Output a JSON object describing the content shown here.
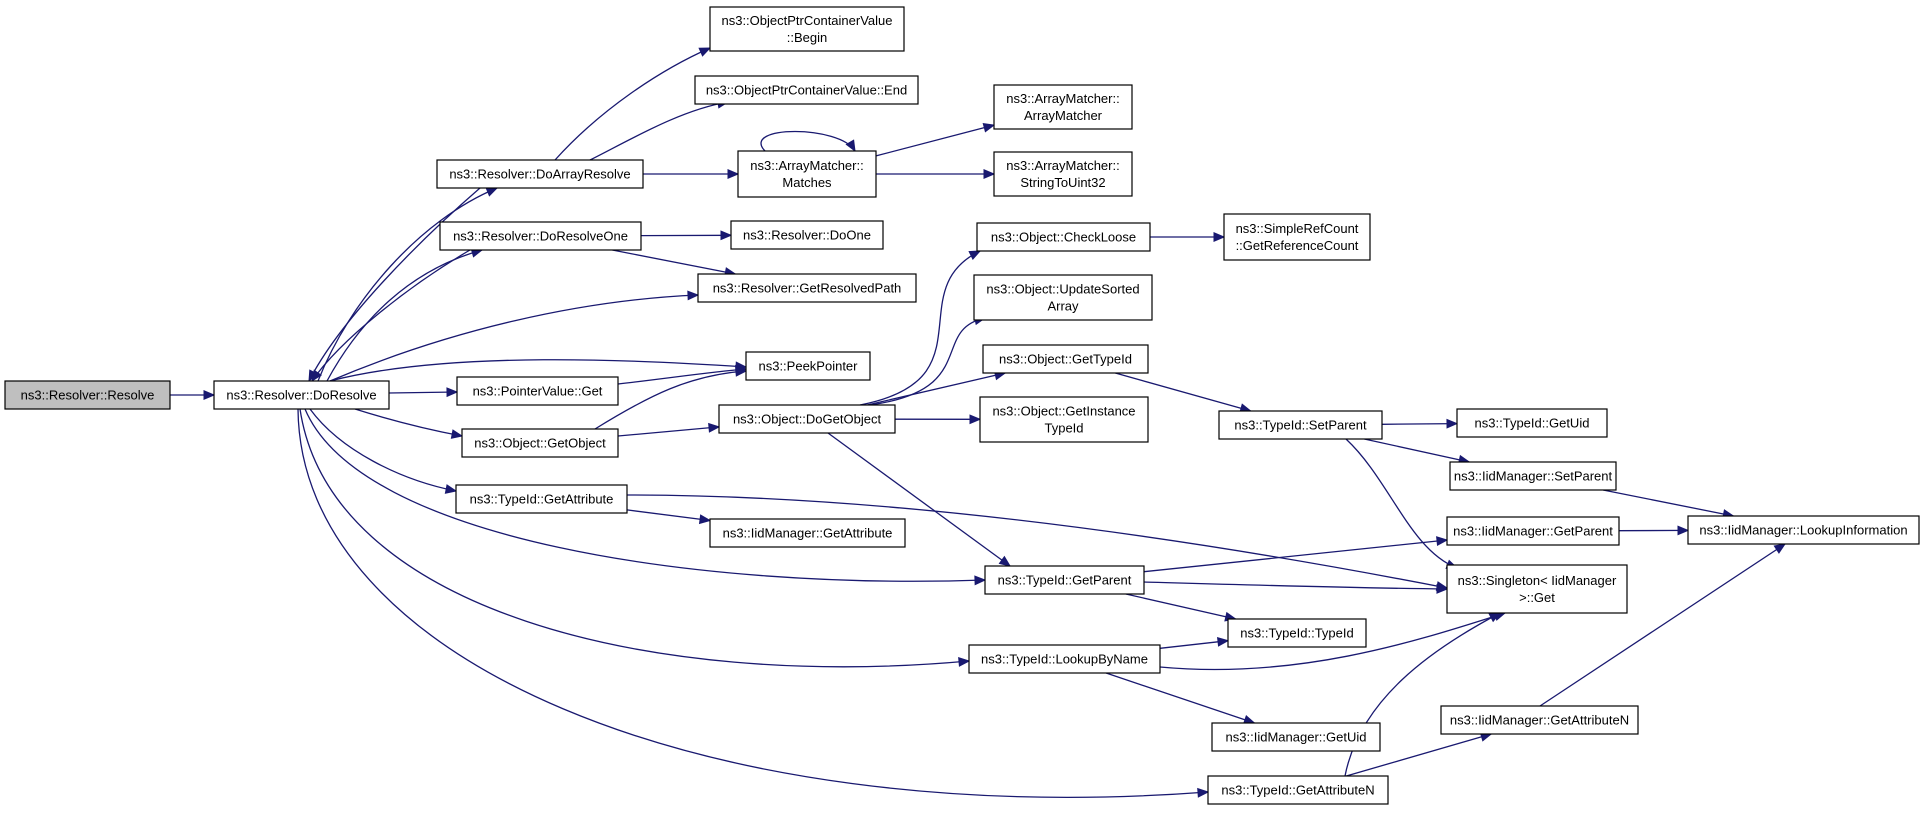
{
  "graph": {
    "nodes": [
      {
        "id": "resolve",
        "lines": [
          "ns3::Resolver::Resolve"
        ],
        "root": true
      },
      {
        "id": "doresolve",
        "lines": [
          "ns3::Resolver::DoResolve"
        ]
      },
      {
        "id": "doarrayresolve",
        "lines": [
          "ns3::Resolver::DoArrayResolve"
        ]
      },
      {
        "id": "doresolveone",
        "lines": [
          "ns3::Resolver::DoResolveOne"
        ]
      },
      {
        "id": "objptr_begin",
        "lines": [
          "ns3::ObjectPtrContainerValue",
          "::Begin"
        ]
      },
      {
        "id": "objptr_end",
        "lines": [
          "ns3::ObjectPtrContainerValue::End"
        ]
      },
      {
        "id": "am_matches",
        "lines": [
          "ns3::ArrayMatcher::",
          "Matches"
        ]
      },
      {
        "id": "am_ctor",
        "lines": [
          "ns3::ArrayMatcher::",
          "ArrayMatcher"
        ]
      },
      {
        "id": "am_stoi",
        "lines": [
          "ns3::ArrayMatcher::",
          "StringToUint32"
        ]
      },
      {
        "id": "resolver_doone",
        "lines": [
          "ns3::Resolver::DoOne"
        ]
      },
      {
        "id": "getresolvedpath",
        "lines": [
          "ns3::Resolver::GetResolvedPath"
        ]
      },
      {
        "id": "peekpointer",
        "lines": [
          "ns3::PeekPointer"
        ]
      },
      {
        "id": "pointervalue_get",
        "lines": [
          "ns3::PointerValue::Get"
        ]
      },
      {
        "id": "object_getobject",
        "lines": [
          "ns3::Object::GetObject"
        ]
      },
      {
        "id": "object_dogetobject",
        "lines": [
          "ns3::Object::DoGetObject"
        ]
      },
      {
        "id": "typeid_getattribute",
        "lines": [
          "ns3::TypeId::GetAttribute"
        ]
      },
      {
        "id": "iid_getattribute",
        "lines": [
          "ns3::IidManager::GetAttribute"
        ]
      },
      {
        "id": "object_checkloose",
        "lines": [
          "ns3::Object::CheckLoose"
        ]
      },
      {
        "id": "simplerefcount",
        "lines": [
          "ns3::SimpleRefCount",
          "::GetReferenceCount"
        ]
      },
      {
        "id": "object_updatesorted",
        "lines": [
          "ns3::Object::UpdateSorted",
          "Array"
        ]
      },
      {
        "id": "object_gettypeid",
        "lines": [
          "ns3::Object::GetTypeId"
        ]
      },
      {
        "id": "object_getinstancetypeid",
        "lines": [
          "ns3::Object::GetInstance",
          "TypeId"
        ]
      },
      {
        "id": "typeid_setparent",
        "lines": [
          "ns3::TypeId::SetParent"
        ]
      },
      {
        "id": "typeid_getuid",
        "lines": [
          "ns3::TypeId::GetUid"
        ]
      },
      {
        "id": "iid_setparent",
        "lines": [
          "ns3::IidManager::SetParent"
        ]
      },
      {
        "id": "iid_getparent",
        "lines": [
          "ns3::IidManager::GetParent"
        ]
      },
      {
        "id": "iid_lookupinfo",
        "lines": [
          "ns3::IidManager::LookupInformation"
        ]
      },
      {
        "id": "typeid_getparent",
        "lines": [
          "ns3::TypeId::GetParent"
        ]
      },
      {
        "id": "singleton_get",
        "lines": [
          "ns3::Singleton< IidManager",
          ">::Get"
        ]
      },
      {
        "id": "typeid_typeid",
        "lines": [
          "ns3::TypeId::TypeId"
        ]
      },
      {
        "id": "typeid_lookupbyname",
        "lines": [
          "ns3::TypeId::LookupByName"
        ]
      },
      {
        "id": "iid_getuid",
        "lines": [
          "ns3::IidManager::GetUid"
        ]
      },
      {
        "id": "iid_getattributen",
        "lines": [
          "ns3::IidManager::GetAttributeN"
        ]
      },
      {
        "id": "typeid_getattributen",
        "lines": [
          "ns3::TypeId::GetAttributeN"
        ]
      }
    ],
    "edges": [
      {
        "from": "resolve",
        "to": "doresolve"
      },
      {
        "from": "doresolve",
        "to": "doarrayresolve"
      },
      {
        "from": "doresolve",
        "to": "doresolveone"
      },
      {
        "from": "doresolve",
        "to": "getresolvedpath"
      },
      {
        "from": "doresolve",
        "to": "peekpointer"
      },
      {
        "from": "doresolve",
        "to": "pointervalue_get"
      },
      {
        "from": "doresolve",
        "to": "object_getobject"
      },
      {
        "from": "doresolve",
        "to": "typeid_getattribute"
      },
      {
        "from": "doresolve",
        "to": "typeid_getparent"
      },
      {
        "from": "doresolve",
        "to": "typeid_lookupbyname"
      },
      {
        "from": "doresolve",
        "to": "typeid_getattributen"
      },
      {
        "from": "doarrayresolve",
        "to": "doresolve"
      },
      {
        "from": "doarrayresolve",
        "to": "objptr_begin"
      },
      {
        "from": "doarrayresolve",
        "to": "objptr_end"
      },
      {
        "from": "doarrayresolve",
        "to": "am_matches"
      },
      {
        "from": "doresolveone",
        "to": "doresolve"
      },
      {
        "from": "doresolveone",
        "to": "resolver_doone"
      },
      {
        "from": "doresolveone",
        "to": "getresolvedpath"
      },
      {
        "from": "am_matches",
        "to": "am_matches"
      },
      {
        "from": "am_matches",
        "to": "am_ctor"
      },
      {
        "from": "am_matches",
        "to": "am_stoi"
      },
      {
        "from": "pointervalue_get",
        "to": "peekpointer"
      },
      {
        "from": "object_getobject",
        "to": "peekpointer"
      },
      {
        "from": "object_getobject",
        "to": "object_dogetobject"
      },
      {
        "from": "object_dogetobject",
        "to": "object_checkloose"
      },
      {
        "from": "object_dogetobject",
        "to": "object_updatesorted"
      },
      {
        "from": "object_dogetobject",
        "to": "object_gettypeid"
      },
      {
        "from": "object_dogetobject",
        "to": "object_getinstancetypeid"
      },
      {
        "from": "object_dogetobject",
        "to": "typeid_getparent"
      },
      {
        "from": "object_checkloose",
        "to": "simplerefcount"
      },
      {
        "from": "object_gettypeid",
        "to": "typeid_setparent"
      },
      {
        "from": "typeid_getattribute",
        "to": "iid_getattribute"
      },
      {
        "from": "typeid_getattribute",
        "to": "singleton_get"
      },
      {
        "from": "typeid_setparent",
        "to": "typeid_getuid"
      },
      {
        "from": "typeid_setparent",
        "to": "iid_setparent"
      },
      {
        "from": "typeid_setparent",
        "to": "singleton_get"
      },
      {
        "from": "iid_setparent",
        "to": "iid_lookupinfo"
      },
      {
        "from": "iid_getparent",
        "to": "iid_lookupinfo"
      },
      {
        "from": "typeid_getparent",
        "to": "iid_getparent"
      },
      {
        "from": "typeid_getparent",
        "to": "singleton_get"
      },
      {
        "from": "typeid_getparent",
        "to": "typeid_typeid"
      },
      {
        "from": "typeid_lookupbyname",
        "to": "typeid_typeid"
      },
      {
        "from": "typeid_lookupbyname",
        "to": "singleton_get"
      },
      {
        "from": "typeid_lookupbyname",
        "to": "iid_getuid"
      },
      {
        "from": "typeid_getattributen",
        "to": "singleton_get"
      },
      {
        "from": "typeid_getattributen",
        "to": "iid_getattributen"
      },
      {
        "from": "iid_getattributen",
        "to": "iid_lookupinfo"
      }
    ]
  }
}
